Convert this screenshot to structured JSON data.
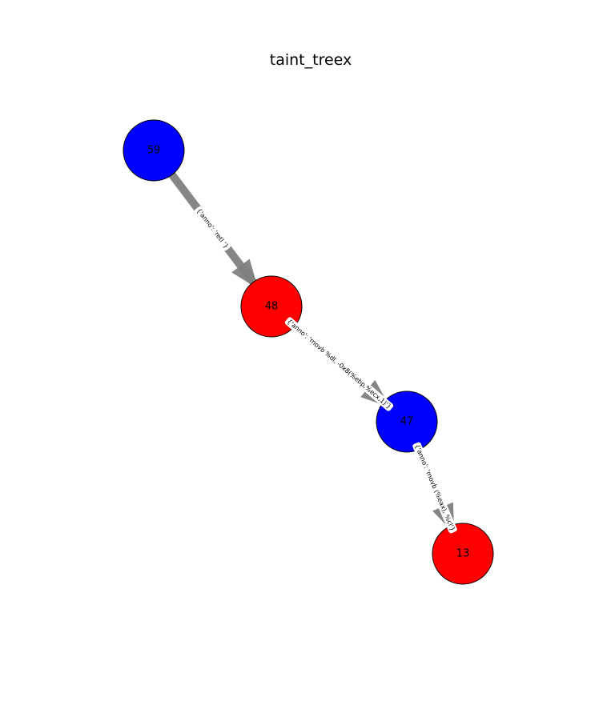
{
  "title": "taint_treex",
  "colors": {
    "blue": "#0000ff",
    "red": "#ff0000",
    "edge": "#808080",
    "outline": "#000000"
  },
  "graph": {
    "nodes": [
      {
        "id": "59",
        "label": "59",
        "color": "blue"
      },
      {
        "id": "48",
        "label": "48",
        "color": "red"
      },
      {
        "id": "47",
        "label": "47",
        "color": "blue"
      },
      {
        "id": "13",
        "label": "13",
        "color": "red"
      }
    ],
    "edges": [
      {
        "source": "59",
        "target": "48",
        "label": "{'anno': 'retl '}"
      },
      {
        "source": "48",
        "target": "47",
        "label": "{'anno': 'movb %dl, -0x8(%ebp,%ecx,1)'}"
      },
      {
        "source": "47",
        "target": "13",
        "label": "{'anno': 'movb (%eax), %cl'}"
      }
    ]
  }
}
